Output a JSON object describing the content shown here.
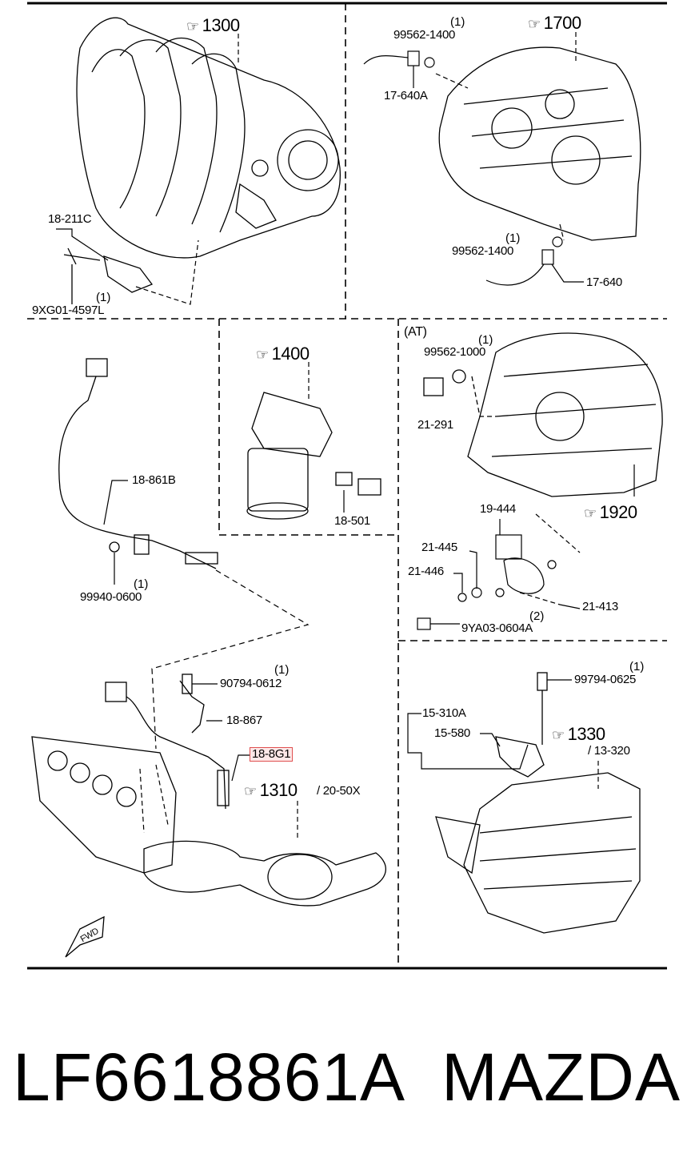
{
  "sections": {
    "s1300": "1300",
    "s1700": "1700",
    "s1400": "1400",
    "s1920": "1920",
    "s1310": "1310",
    "s1310_sub": "/ 20-50X",
    "s1330": "1330",
    "s1330_sub": "/ 13-320",
    "at": "(AT)"
  },
  "labels": {
    "l18_211c": "18-211C",
    "l9xg01": "9XG01-4597L",
    "q9xg01": "(1)",
    "l99562_top": "99562-1400",
    "q99562_top": "(1)",
    "l17_640a": "17-640A",
    "l99562_mid": "99562-1400",
    "q99562_mid": "(1)",
    "l17_640": "17-640",
    "l18_861b": "18-861B",
    "l99940": "99940-0600",
    "q99940": "(1)",
    "l18_501": "18-501",
    "l99562_1000": "99562-1000",
    "q99562_1000": "(1)",
    "l21_291": "21-291",
    "l19_444": "19-444",
    "l21_445": "21-445",
    "l21_446": "21-446",
    "l21_413": "21-413",
    "l9ya03": "9YA03-0604A",
    "q9ya03": "(2)",
    "l90794": "90794-0612",
    "q90794": "(1)",
    "l18_867": "18-867",
    "l18_8g1": "18-8G1",
    "l15_310a": "15-310A",
    "l15_580": "15-580",
    "l99794": "99794-0625",
    "q99794": "(1)",
    "fwd": "FWD"
  },
  "footer": {
    "part_number": "LF6618861A",
    "brand": "MAZDA"
  },
  "colors": {
    "highlight_border": "#e05050",
    "highlight_fill": "#fde8e8"
  }
}
